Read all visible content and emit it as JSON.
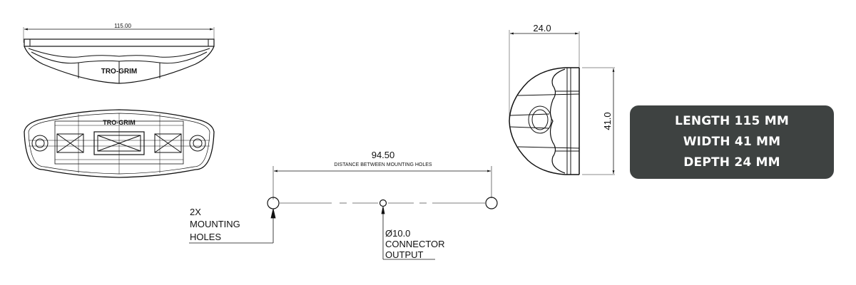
{
  "front_view": {
    "width_dim": "115.00",
    "brand_label": "TRO-GRIM"
  },
  "top_view": {
    "brand_label": "TRO-GRIM"
  },
  "hole_layout": {
    "distance_value": "94.50",
    "distance_caption": "DISTANCE BETWEEN MOUNTING HOLES",
    "mounting_label": [
      "2X",
      "MOUNTING",
      "HOLES"
    ],
    "connector_label": [
      "Ø10.0",
      "CONNECTOR",
      "OUTPUT"
    ]
  },
  "side_view": {
    "depth_dim": "24.0",
    "height_dim": "41.0"
  },
  "specs": {
    "length": "LENGTH 115 MM",
    "width": "WIDTH 41 MM",
    "depth": "DEPTH 24 MM",
    "box_color": "#3e4241"
  }
}
